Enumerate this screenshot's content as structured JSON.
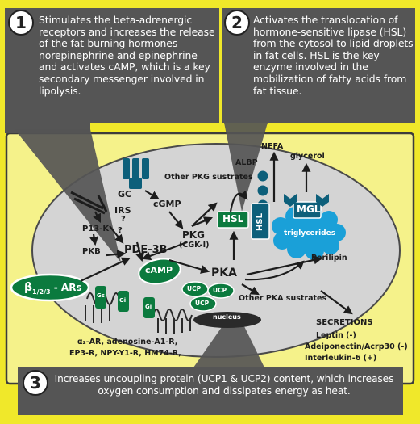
{
  "callouts": [
    {
      "number": "1",
      "text": "Stimulates the beta-adrenergic receptors and increases the release of the fat-burning hormones norepinephrine and epinephrine and activates cAMP, which is a key secondary messenger involved in lipolysis."
    },
    {
      "number": "2",
      "text": "Activates the translocation of hormone-sensitive lipase (HSL) from the cytosol to lipid droplets in fat cells. HSL is the key enzyme involved in the mobilization of fatty acids from fat tissue."
    },
    {
      "number": "3",
      "text": "Increases uncoupling protein (UCP1 & UCP2) content, which increases oxygen consumption and dissipates energy as heat."
    }
  ],
  "cell": {
    "gc": "GC",
    "cgmp": "cGMP",
    "other_pkg": "Other PKG sustrates",
    "pkg": "PKG",
    "pkg_sub": "(CGK-I)",
    "irs": "IRS",
    "q1": "?",
    "q2": "?",
    "p13k": "P13-K",
    "pkb": "PKB",
    "pde3b": "PDE-3B",
    "camp": "cAMP",
    "pka": "PKA",
    "ucp": "UCP",
    "other_pka": "Other PKA sustrates",
    "nucleus": "nucleus",
    "gs": "Gs",
    "gi": "Gi",
    "beta_ars_main": "β",
    "beta_ars_sub": "1/2/3",
    "beta_ars_tail": " - ARs",
    "albp": "ALBP",
    "hsl": "HSL",
    "nefa": "NEFA",
    "glycerol": "glycerol",
    "mgl": "MGL",
    "triglycerides": "triglycerides",
    "perilipin": "Perilipin",
    "receptors_line1": "α₂-AR, adenosine-A1-R,",
    "receptors_line2": "EP3-R, NPY-Y1-R, HM74-R,",
    "secretions_title": "SECRETIONS",
    "secretions": [
      "Leptin (-)",
      "Adeiponectin/Acrp30 (-)",
      "Interleukin-6 (+)"
    ]
  },
  "colors": {
    "yellow": "#f0e82a",
    "panel_yellow": "#f5f28a",
    "callout_gray": "#555555",
    "cell_gray": "#d4d4d4",
    "green": "#0b7a3e",
    "teal": "#0d5f7a",
    "droplet_blue": "#1aa0d8"
  }
}
